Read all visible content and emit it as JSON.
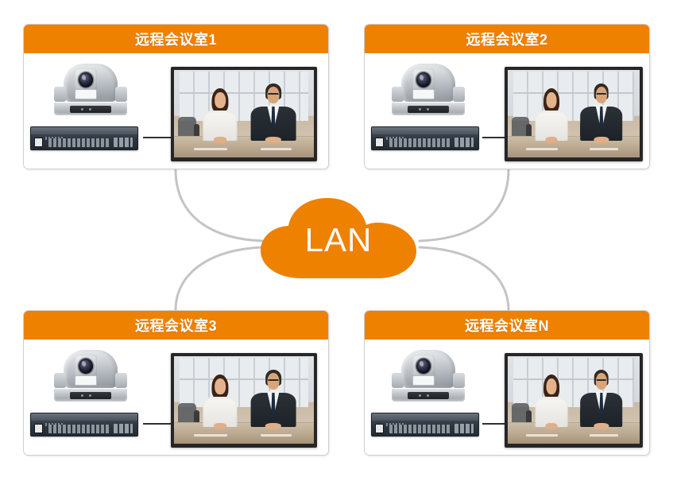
{
  "diagram": {
    "title": "LAN Video Conference Topology",
    "background_color": "#ffffff",
    "accent_color": "#ee8100",
    "connector_color": "#c4c4c4",
    "panel_border_color": "#cfcfcf"
  },
  "cloud": {
    "label": "LAN",
    "fill_color": "#ee8100",
    "text_color": "#ffffff"
  },
  "rooms": [
    {
      "id": "room-1",
      "title": "远程会议室1",
      "camera_label": "ptz-camera",
      "switch_label": "network-switch",
      "display_label": "video-conference-display",
      "arrow_label": "signal-flow-arrow"
    },
    {
      "id": "room-2",
      "title": "远程会议室2",
      "camera_label": "ptz-camera",
      "switch_label": "network-switch",
      "display_label": "video-conference-display",
      "arrow_label": "signal-flow-arrow"
    },
    {
      "id": "room-3",
      "title": "远程会议室3",
      "camera_label": "ptz-camera",
      "switch_label": "network-switch",
      "display_label": "video-conference-display",
      "arrow_label": "signal-flow-arrow"
    },
    {
      "id": "room-n",
      "title": "远程会议室N",
      "camera_label": "ptz-camera",
      "switch_label": "network-switch",
      "display_label": "video-conference-display",
      "arrow_label": "signal-flow-arrow"
    }
  ]
}
